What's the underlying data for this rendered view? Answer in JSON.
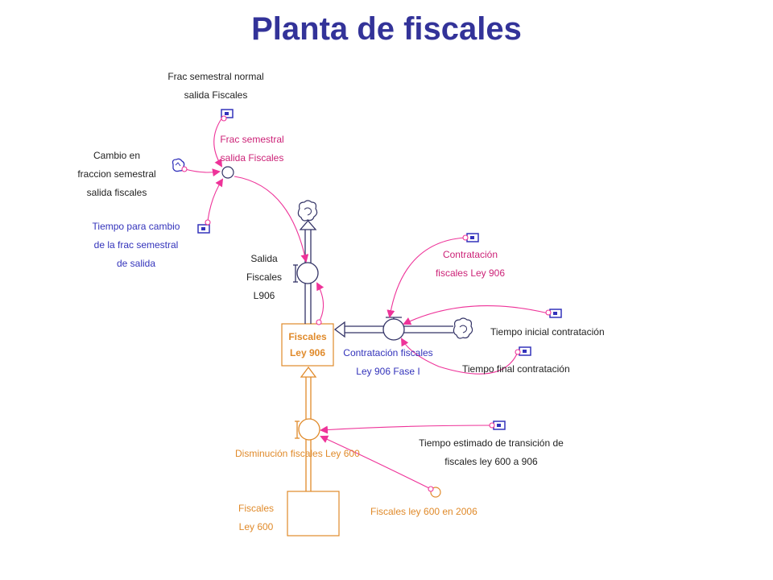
{
  "title": "Planta de fiscales",
  "colors": {
    "link": "#ee3399",
    "pink_label": "#cc2277",
    "blue": "#3333bb",
    "stock906": "#e08a2a",
    "flow": "#333366"
  },
  "icons": [
    "cloud-source-icon",
    "cloud-sink-icon",
    "valve-icon",
    "constant-icon",
    "auxiliary-icon"
  ],
  "labels": {
    "frac_normal": [
      "Frac semestral normal",
      "salida Fiscales"
    ],
    "frac_semestral": [
      "Frac semestral",
      "salida Fiscales"
    ],
    "cambio": [
      "Cambio en",
      "fraccion semestral",
      "salida fiscales"
    ],
    "tiempo_cambio": [
      "Tiempo para cambio",
      "de la frac semestral",
      "de salida"
    ],
    "salida": [
      "Salida",
      "Fiscales",
      "L906"
    ],
    "contratacion_ley": [
      "Contratación",
      "fiscales Ley 906"
    ],
    "tiempo_inicial": "Tiempo inicial contratación",
    "tiempo_final": "Tiempo final contratación",
    "contratacion_fase": [
      "Contratación fiscales",
      "Ley 906 Fase I"
    ],
    "stock906": [
      "Fiscales",
      "Ley 906"
    ],
    "tiempo_estimado": [
      "Tiempo estimado de transición de",
      "fiscales ley 600 a 906"
    ],
    "disminucion": "Disminución fiscales Ley 600",
    "fiscales2006": "Fiscales ley 600 en 2006",
    "stock600": [
      "Fiscales",
      "Ley 600"
    ]
  }
}
